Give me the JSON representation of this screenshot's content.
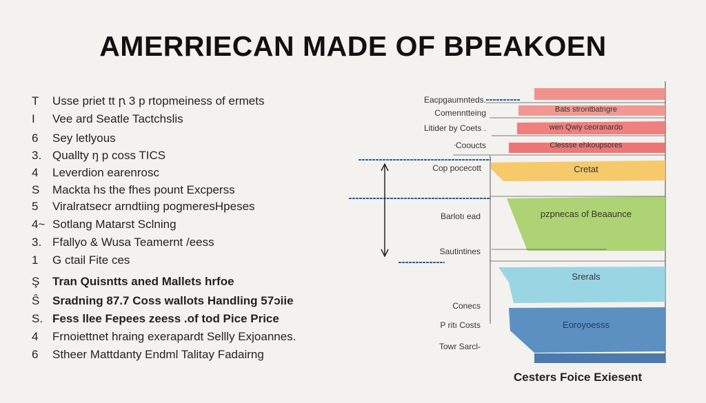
{
  "title": "AMERRIECAN MADE OF  BPEAKOEN",
  "list": [
    {
      "num": "T",
      "text": "Usse priet tt ꞃ 3 p rtopmeiness of ermets",
      "bold": false
    },
    {
      "num": "I",
      "text": "Vee ard Seatle Tactchslis",
      "bold": false
    },
    {
      "num": "6",
      "text": "Sey letlyous",
      "bold": false
    },
    {
      "num": "3.",
      "text": "Quallty ŋ p coss TICS",
      "bold": false
    },
    {
      "num": "4",
      "text": "Leverdion earenrosc",
      "bold": false
    },
    {
      "num": "S",
      "text": "Mackta hs the fhes pount Excperss",
      "bold": false
    },
    {
      "num": "5",
      "text": "Viralratsecr arndtiing pogmeresHpeses",
      "bold": false
    },
    {
      "num": "4~",
      "text": "Sotlang Matarst Sclning",
      "bold": false
    },
    {
      "num": "3.",
      "text": "Ffallyo & Wusa Teamernt /eess",
      "bold": false
    },
    {
      "num": "1",
      "text": "G ctail Fite ces",
      "bold": false
    },
    {
      "num": "Ş",
      "text": "Tran Quisntts aned Mallets hrfoe",
      "bold": true
    },
    {
      "num": "Ŝ",
      "text": "Sradning 87.7 Coss  wallots Handling 57ɔiie",
      "bold": true
    },
    {
      "num": "S.",
      "text": "Fess llee Fepees zeess .of tod Pice Price",
      "bold": true
    },
    {
      "num": "4",
      "text": "Frnoiettnet hraing exerapardt Sellly Exjoannes.",
      "bold": false
    },
    {
      "num": "6",
      "text": "Stheer Mattdanty Endml Talitay Fadairng",
      "bold": false
    }
  ],
  "diagram": {
    "side_labels": [
      "Eacpgaumnteds.",
      "Comenntteing",
      "Litider by Coets .",
      "ᐧCooucts",
      "Cop pocecott",
      "Barlotı ead",
      "Sautintines",
      "Conecs",
      "P ritı Costs",
      "Towr Sarcl-"
    ],
    "bars": [
      {
        "label": "",
        "color": "#f08a86"
      },
      {
        "label": "Bats strontbatngre",
        "color": "#f2908a"
      },
      {
        "label": "wen Qwiy ceoranardo",
        "color": "#ee7674"
      },
      {
        "label": "Clessse ehkoupsores",
        "color": "#ec6d6b"
      },
      {
        "label": "Cretat",
        "color": "#f6c55e"
      },
      {
        "label": "pzpnecas of Beaaunce",
        "color": "#a7d06a"
      },
      {
        "label": "Srerals",
        "color": "#93d2e2"
      },
      {
        "label": "Eoroyoesss",
        "color": "#4f88bd"
      },
      {
        "label": "",
        "color": "#3e70a6"
      }
    ],
    "caption": "Cesters Foice Exiesent"
  }
}
